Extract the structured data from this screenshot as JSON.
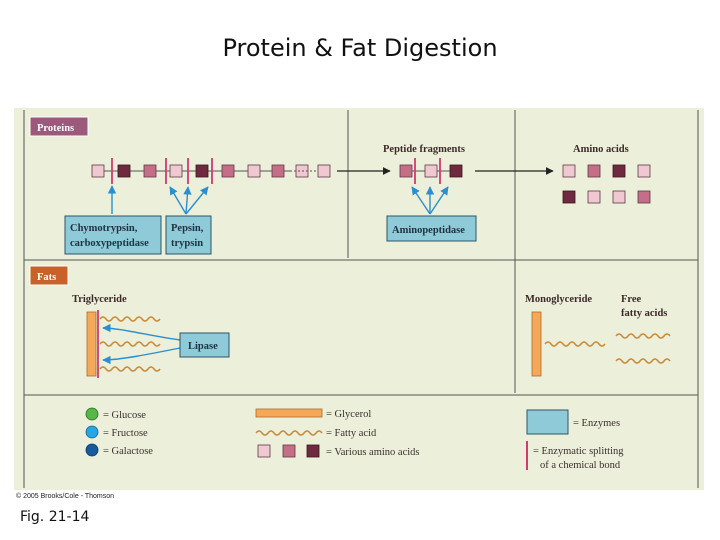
{
  "slide": {
    "title": "Protein & Fat Digestion",
    "figure_label": "Fig. 21-14",
    "copyright": "© 2005 Brooks/Cole - Thomson"
  },
  "colors": {
    "panel_bg": "#ecefd9",
    "protein_tag": "#9b5a7b",
    "fat_tag": "#c8612a",
    "enzyme": "#8ecad8",
    "glycerol": "#f4a95a",
    "fatty_acid": "#c98a3a",
    "amino_light": "#f0c8d2",
    "amino_medium": "#c46e87",
    "amino_dark": "#6e2a3e",
    "bond": "#d23a72",
    "arrow_blue": "#2a8fd0",
    "glucose": "#58b847",
    "fructose": "#28a6e3",
    "galactose": "#165b9e"
  },
  "proteins": {
    "tag": "Proteins",
    "peptide_fragments": "Peptide fragments",
    "amino_acids": "Amino acids",
    "enzyme_1_line1": "Chymotrypsin,",
    "enzyme_1_line2": "carboxypeptidase",
    "enzyme_2_line1": "Pepsin,",
    "enzyme_2_line2": "trypsin",
    "enzyme_3": "Aminopeptidase"
  },
  "fats": {
    "tag": "Fats",
    "triglyceride": "Triglyceride",
    "enzyme": "Lipase",
    "monoglyceride": "Monoglyceride",
    "free_fatty_line1": "Free",
    "free_fatty_line2": "fatty acids"
  },
  "legend": {
    "glucose": "= Glucose",
    "fructose": "= Fructose",
    "galactose": "= Galactose",
    "glycerol": "= Glycerol",
    "fatty_acid": "= Fatty acid",
    "amino_acids": "= Various amino acids",
    "enzymes": "= Enzymes",
    "splitting_line1": "= Enzymatic splitting",
    "splitting_line2": "of a chemical bond"
  }
}
